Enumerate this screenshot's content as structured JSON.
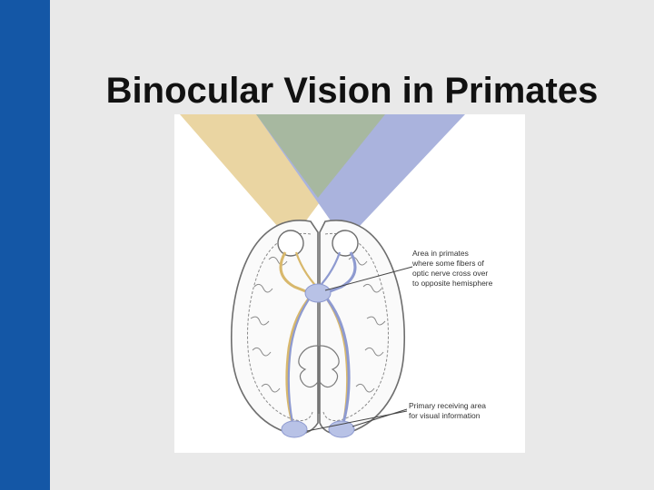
{
  "slide": {
    "title": "Binocular Vision in Primates",
    "accent_color": "#1457a6",
    "background_color": "#e9e9e9"
  },
  "diagram": {
    "labels": {
      "chiasm_line1": "Area in primates",
      "chiasm_line2": "where some fibers of",
      "chiasm_line3": "optic nerve cross over",
      "chiasm_line4": "to opposite hemisphere",
      "cortex_line1": "Primary receiving area",
      "cortex_line2": "for visual information"
    },
    "colors": {
      "left_field": "#ead5a2",
      "overlap_field": "#a7b8a0",
      "right_field": "#aab3dd",
      "left_pathway": "#d8b86c",
      "right_pathway": "#8e9ad0",
      "processing_areas": "#b8c2e6"
    }
  }
}
